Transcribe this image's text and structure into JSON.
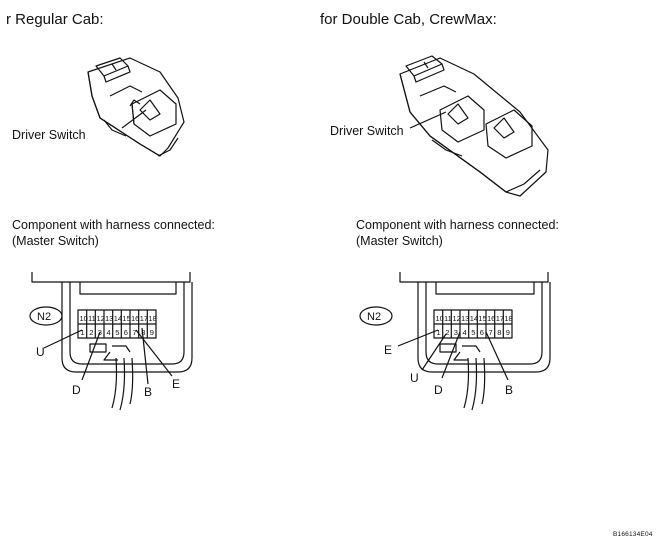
{
  "regular": {
    "heading": "r Regular Cab:",
    "driver_switch_label": "Driver Switch",
    "component_line1": "Component with harness connected:",
    "component_line2": "(Master Switch)",
    "connector_id": "N2",
    "pins_top": [
      "10",
      "11",
      "12",
      "13",
      "14",
      "15",
      "16",
      "17",
      "18"
    ],
    "pins_bottom": [
      "1",
      "2",
      "3",
      "4",
      "5",
      "6",
      "7",
      "8",
      "9"
    ],
    "callouts": [
      "U",
      "D",
      "B",
      "E"
    ]
  },
  "double": {
    "heading": "for Double Cab, CrewMax:",
    "driver_switch_label": "Driver Switch",
    "component_line1": "Component with harness connected:",
    "component_line2": "(Master Switch)",
    "connector_id": "N2",
    "pins_top": [
      "10",
      "11",
      "12",
      "13",
      "14",
      "15",
      "16",
      "17",
      "18"
    ],
    "pins_bottom": [
      "1",
      "2",
      "3",
      "4",
      "5",
      "6",
      "7",
      "8",
      "9"
    ],
    "callouts": [
      "E",
      "U",
      "D",
      "B"
    ]
  },
  "figure_code": "B166134E04"
}
